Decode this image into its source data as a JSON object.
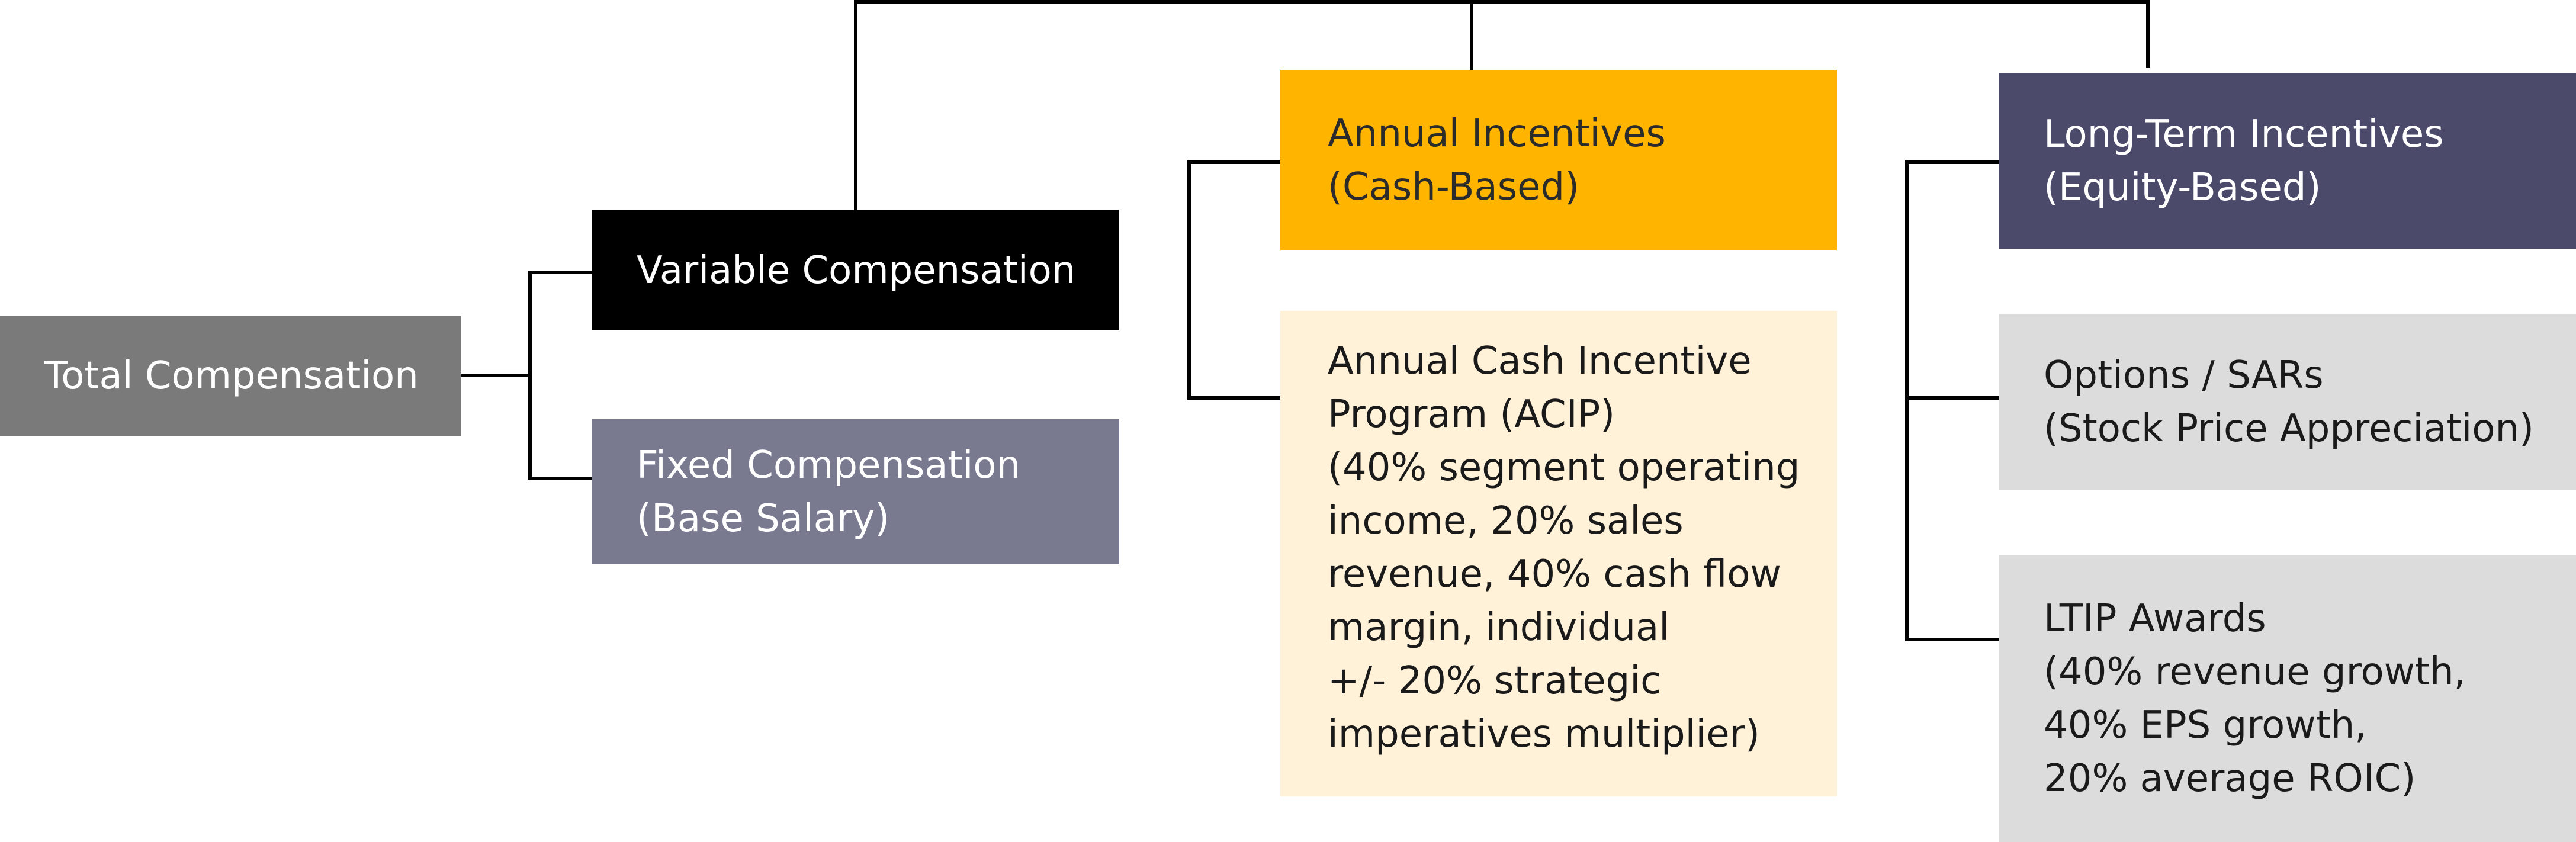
{
  "diagram": {
    "colors": {
      "total": "#7a7a7a",
      "variable": "#000000",
      "fixed": "#797a8f",
      "annual": "#ffb400",
      "acip": "#fff2d9",
      "lti": "#4b4a6a",
      "options": "#dcdcdc",
      "ltip": "#dcdcdc",
      "connector": "#000000"
    },
    "total": {
      "lines": [
        "Total Compensation"
      ]
    },
    "variable": {
      "lines": [
        "Variable Compensation"
      ]
    },
    "fixed": {
      "lines": [
        "Fixed Compensation",
        "(Base Salary)"
      ]
    },
    "annual": {
      "lines": [
        "Annual Incentives",
        "(Cash-Based)"
      ]
    },
    "acip": {
      "lines": [
        "Annual Cash Incentive",
        "Program (ACIP)",
        "(40% segment operating",
        "income, 20% sales",
        "revenue, 40% cash flow",
        "margin, individual",
        "+/- 20% strategic",
        "imperatives multiplier)"
      ]
    },
    "lti": {
      "lines": [
        "Long-Term Incentives",
        "(Equity-Based)"
      ]
    },
    "options": {
      "lines": [
        "Options / SARs",
        "(Stock Price Appreciation)"
      ]
    },
    "ltip": {
      "lines": [
        "LTIP Awards",
        "(40% revenue growth,",
        "40% EPS growth,",
        "20% average ROIC)"
      ]
    }
  }
}
